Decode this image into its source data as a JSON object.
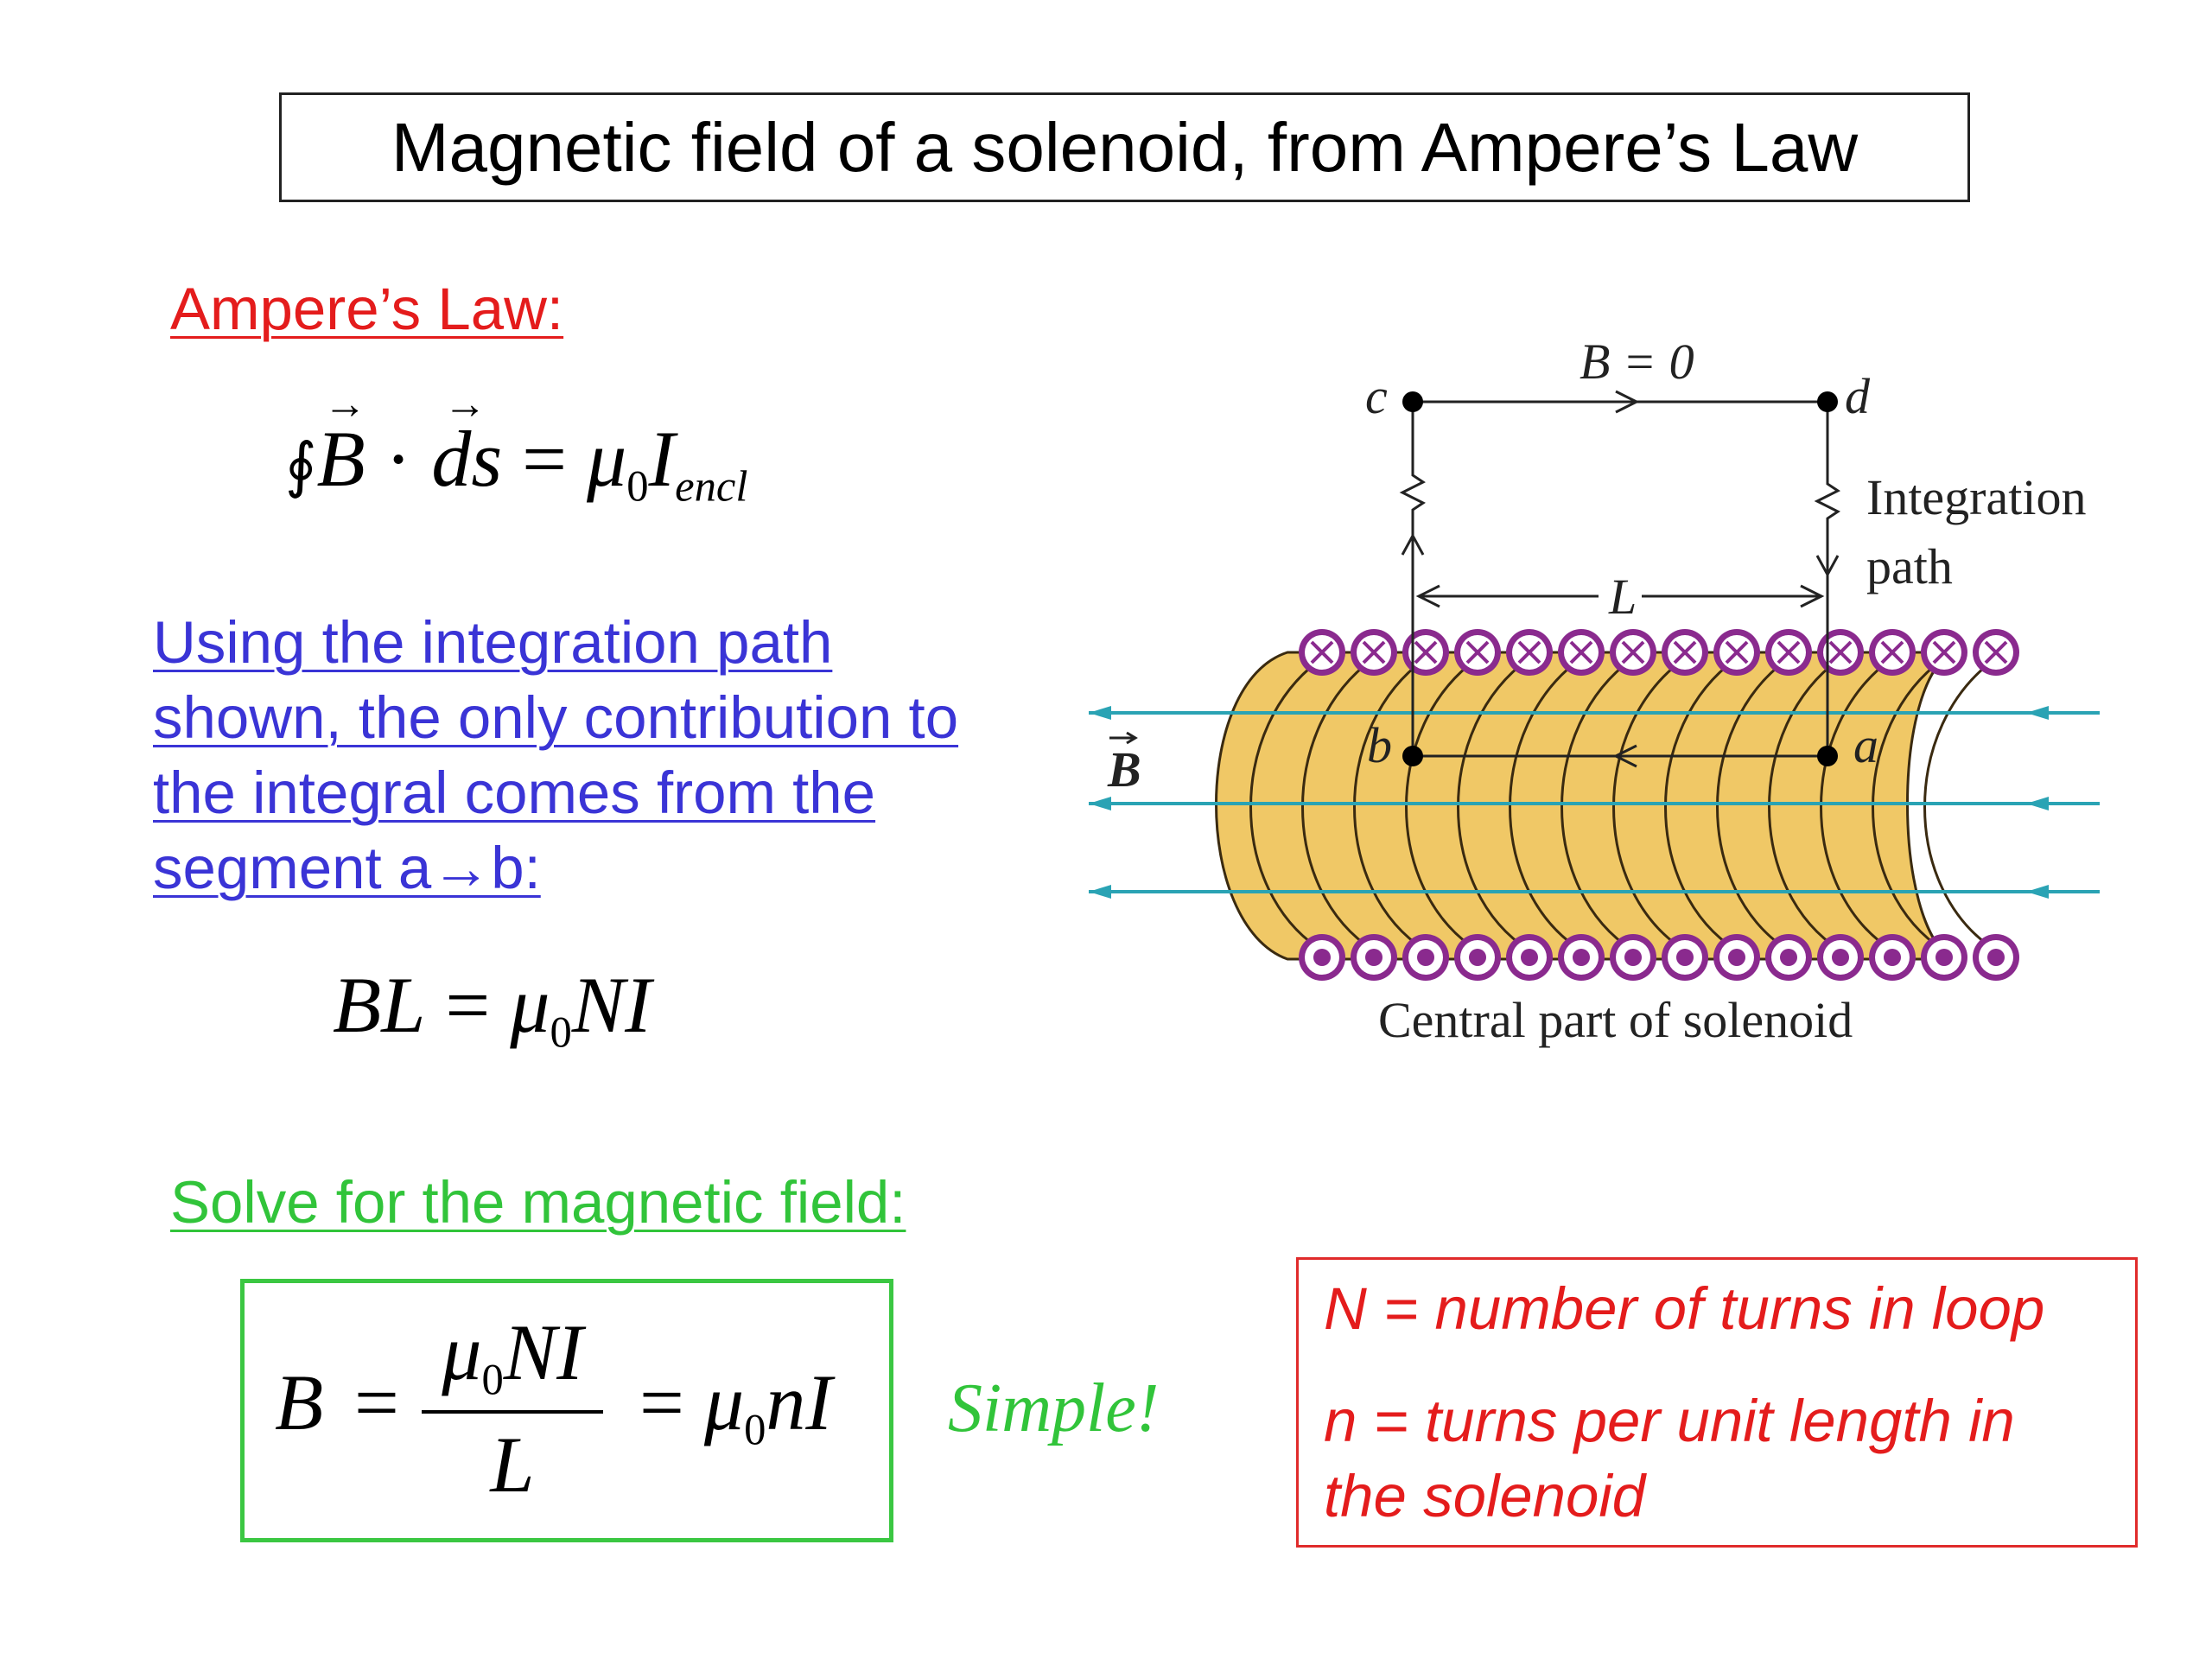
{
  "title": "Magnetic field of a solenoid, from Ampere’s Law",
  "ampere_heading": "Ampere’s Law:",
  "ampere_eq": {
    "lhs_B": "B",
    "lhs_ds": "ds",
    "mu": "μ",
    "zero": "0",
    "I": "I",
    "encl": "encl"
  },
  "explanation_lines": [
    "Using the integration path",
    "shown, the only contribution to",
    "the integral comes from the",
    "segment a→b:"
  ],
  "bl_eq": {
    "lhs": "BL",
    "mu": "μ",
    "zero": "0",
    "rhs": "NI"
  },
  "solve_heading": "Solve for the magnetic field:",
  "result_eq": {
    "B": "B",
    "mu": "μ",
    "zero": "0",
    "numer": "NI",
    "denom": "L",
    "rhs": "nI"
  },
  "simple_label": "Simple!",
  "definitions": [
    "N = number of turns in loop",
    "n = turns per unit length in",
    "the solenoid"
  ],
  "figure": {
    "b_zero_label": "B = 0",
    "corner_c": "c",
    "corner_d": "d",
    "corner_a": "a",
    "corner_b": "b",
    "length_label": "L",
    "integration_label_1": "Integration",
    "integration_label_2": "path",
    "field_label": "B",
    "caption": "Central part of solenoid",
    "colors": {
      "coil": "#f0c866",
      "coil_edge": "#3a2a10",
      "wire_ring": "#8a2a8e",
      "field_lines": "#2aa3b4"
    }
  }
}
